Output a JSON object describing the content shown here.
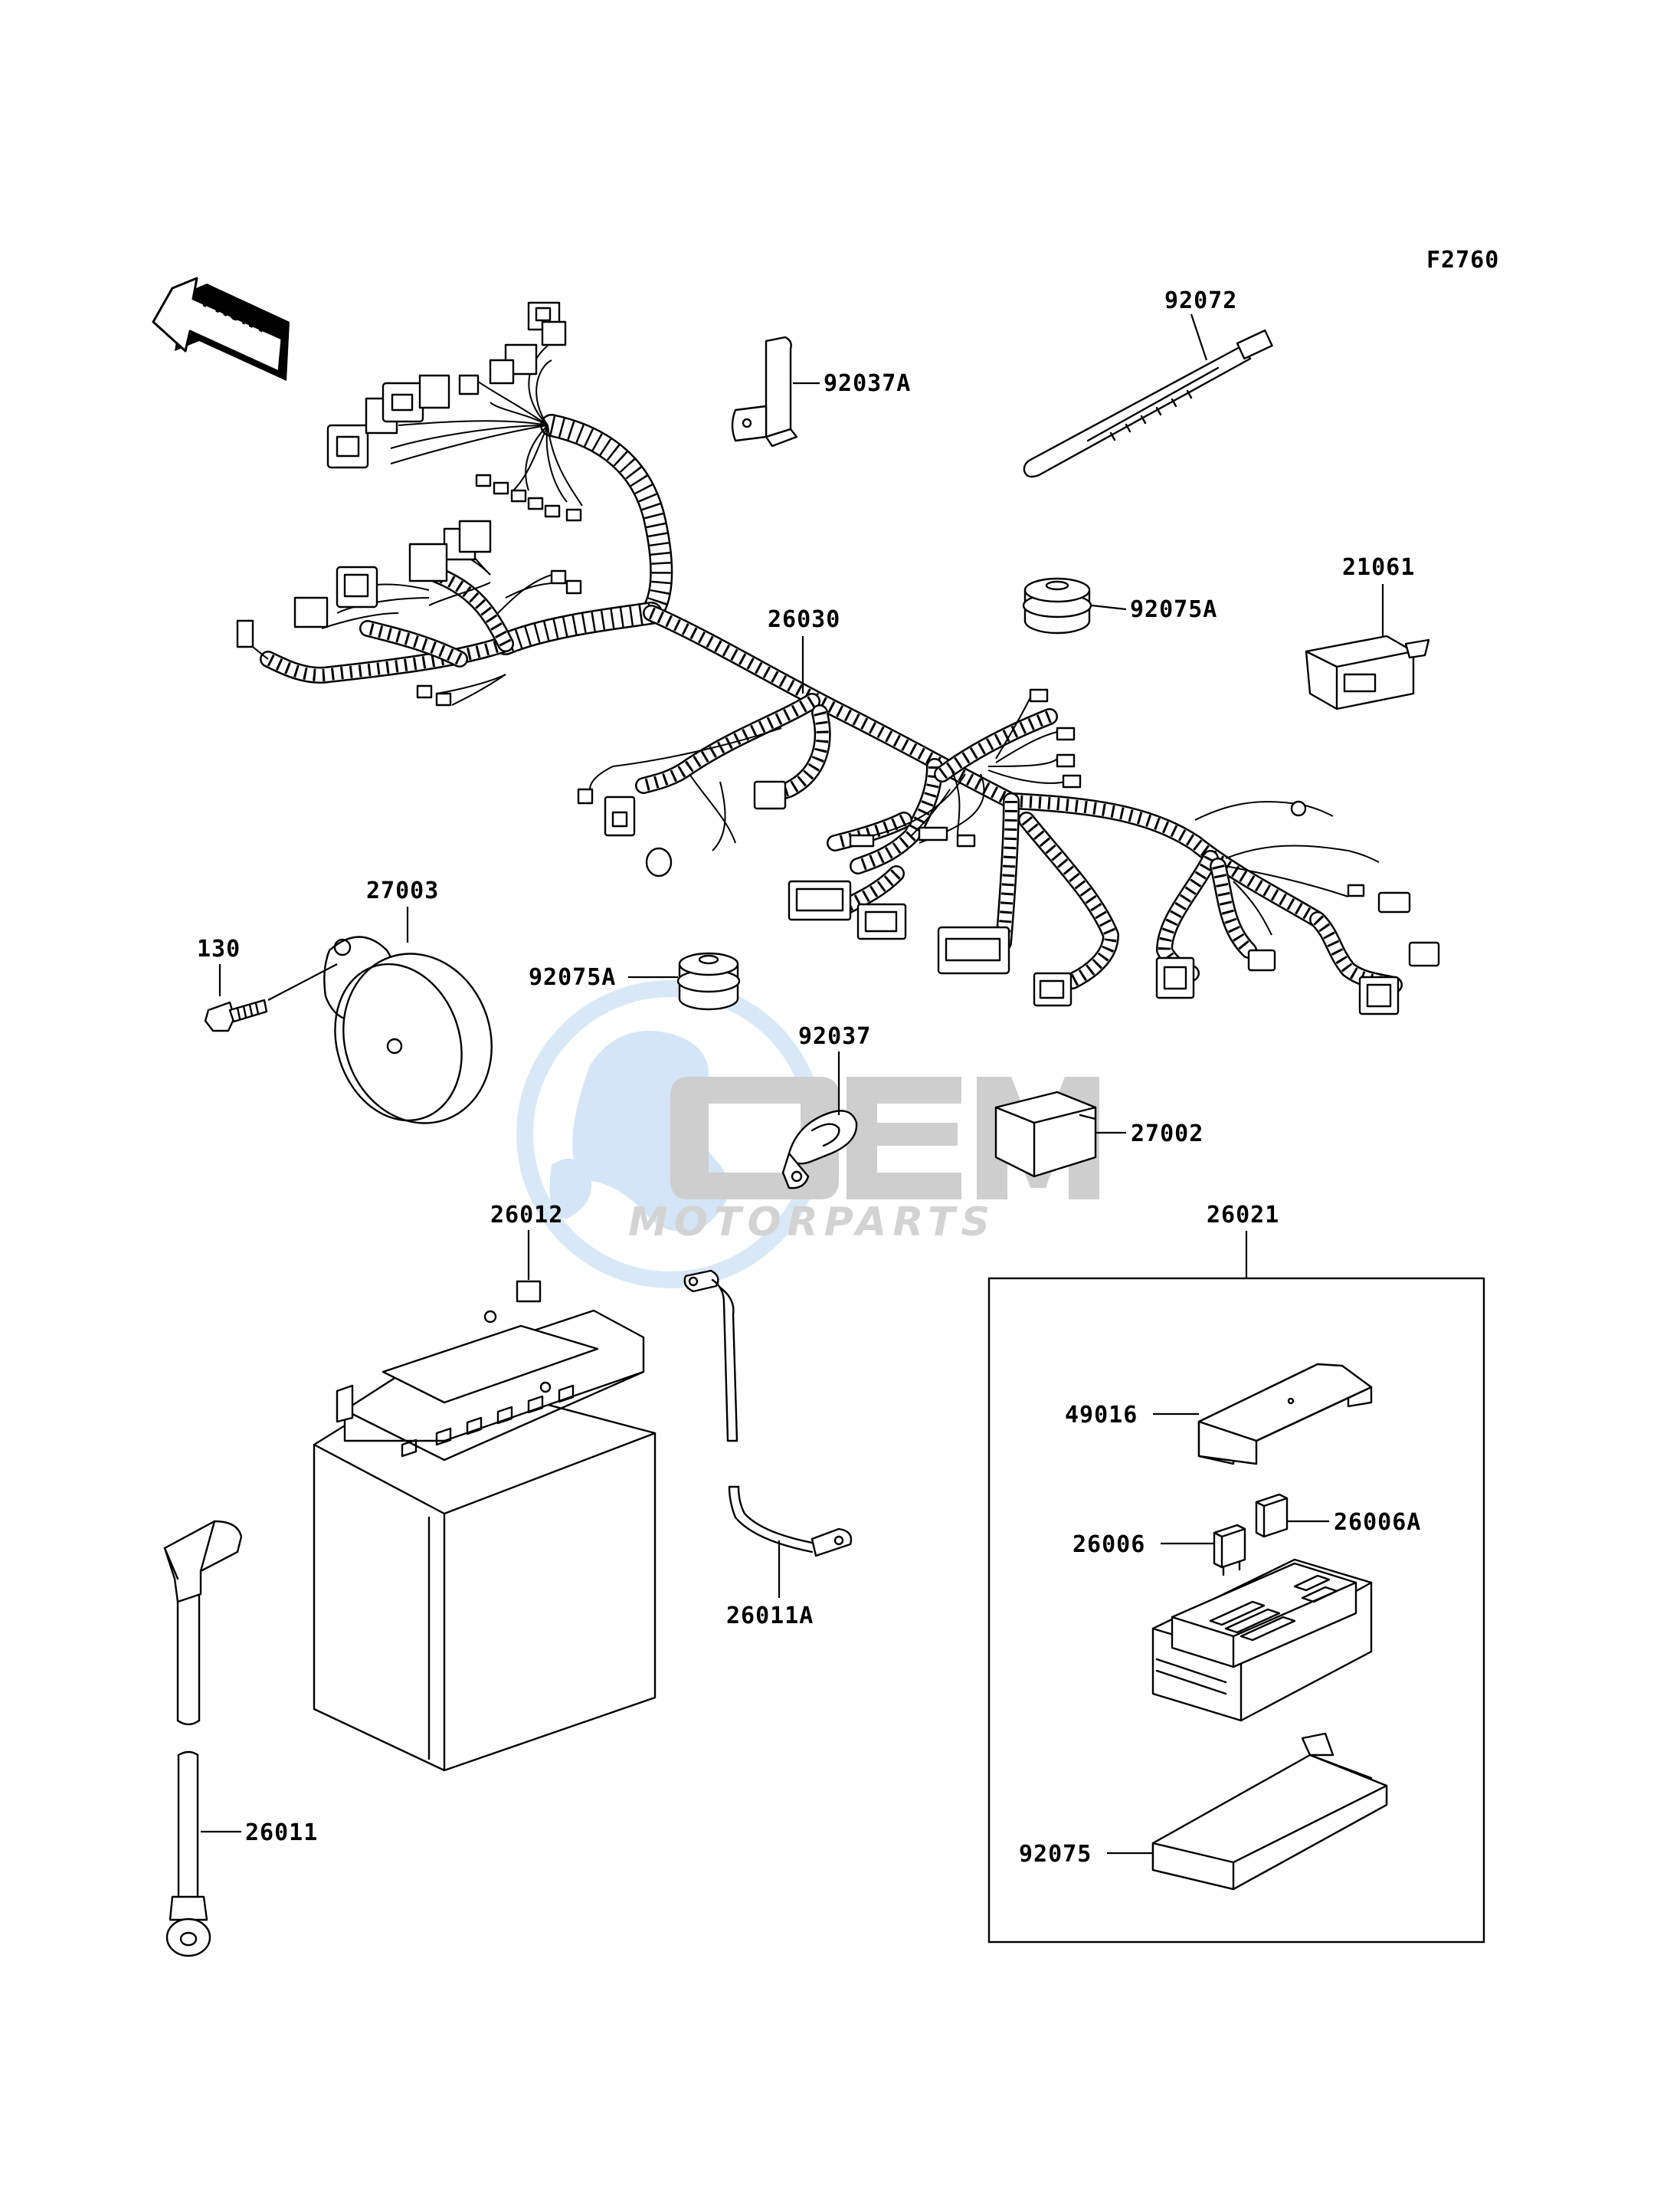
{
  "diagram_code": "F2760",
  "front_label": "FRONT",
  "watermark": {
    "brand": "OEM",
    "sub": "MOTORPARTS"
  },
  "labels": {
    "p92072": "92072",
    "p92037A": "92037A",
    "p92075A_top": "92075A",
    "p21061": "21061",
    "p26030": "26030",
    "p27003": "27003",
    "p130": "130",
    "p92075A_mid": "92075A",
    "p92037": "92037",
    "p27002": "27002",
    "p26012": "26012",
    "p26021": "26021",
    "p49016": "49016",
    "p26006": "26006",
    "p26006A": "26006A",
    "p26011A": "26011A",
    "p26011": "26011",
    "p92075": "92075"
  }
}
